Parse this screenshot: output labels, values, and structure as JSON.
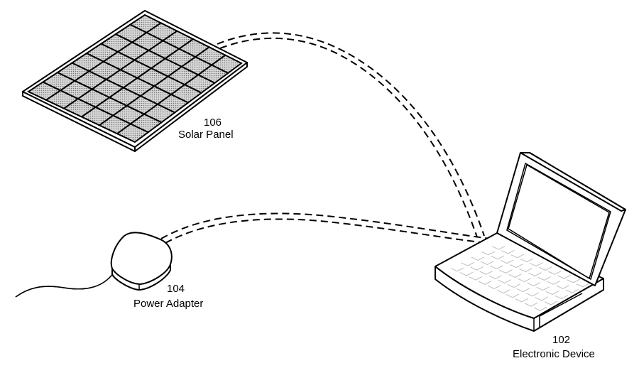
{
  "diagram": {
    "components": [
      {
        "id": "solar-panel",
        "ref_number": "106",
        "name": "Solar Panel",
        "grid_rows": 8,
        "grid_cols": 6
      },
      {
        "id": "power-adapter",
        "ref_number": "104",
        "name": "Power Adapter"
      },
      {
        "id": "electronic-device",
        "ref_number": "102",
        "name": "Electronic Device"
      }
    ],
    "connections": [
      {
        "from": "solar-panel",
        "to": "electronic-device",
        "style": "dashed-double"
      },
      {
        "from": "power-adapter",
        "to": "electronic-device",
        "style": "dashed-double"
      }
    ],
    "colors": {
      "line": "#000000",
      "panel_fill": "#b0b0b0",
      "keyboard_keys": "#bdbdbd",
      "background": "#ffffff"
    }
  }
}
